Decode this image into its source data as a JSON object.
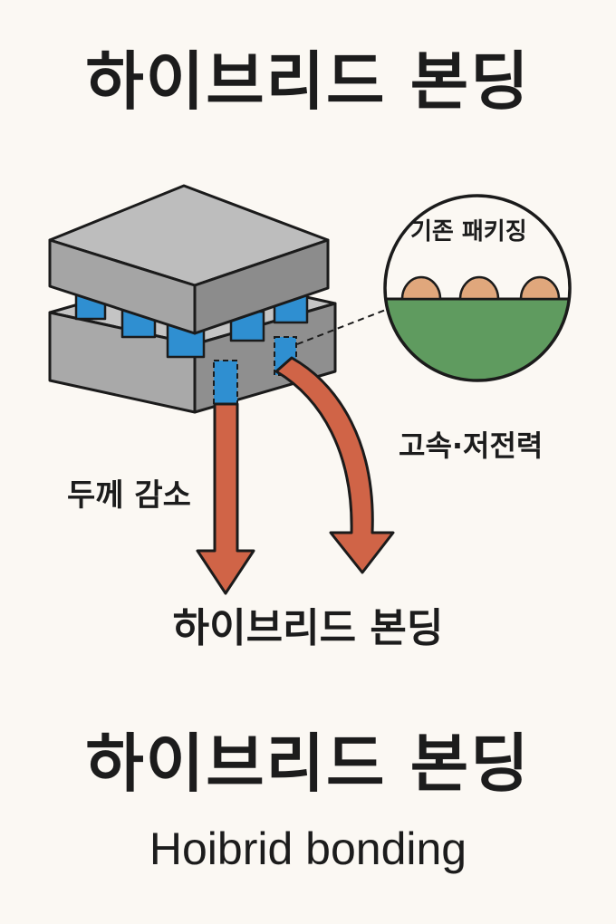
{
  "title_top": "하이브리드 본딩",
  "diagram": {
    "inset_label": "기존 패키징",
    "arrow_left_label": "두께 감소",
    "arrow_right_label": "고속·저전력",
    "result_label": "하이브리드 본딩"
  },
  "title_bottom": "하이브리드 본딩",
  "subtitle": "Hoibrid bonding",
  "colors": {
    "chip_top": "#b9b9b9",
    "chip_side": "#8f8f8f",
    "bond_pad": "#2f8fd1",
    "arrow": "#d06447",
    "substrate": "#5f9b5f",
    "bump": "#e0a77c"
  }
}
